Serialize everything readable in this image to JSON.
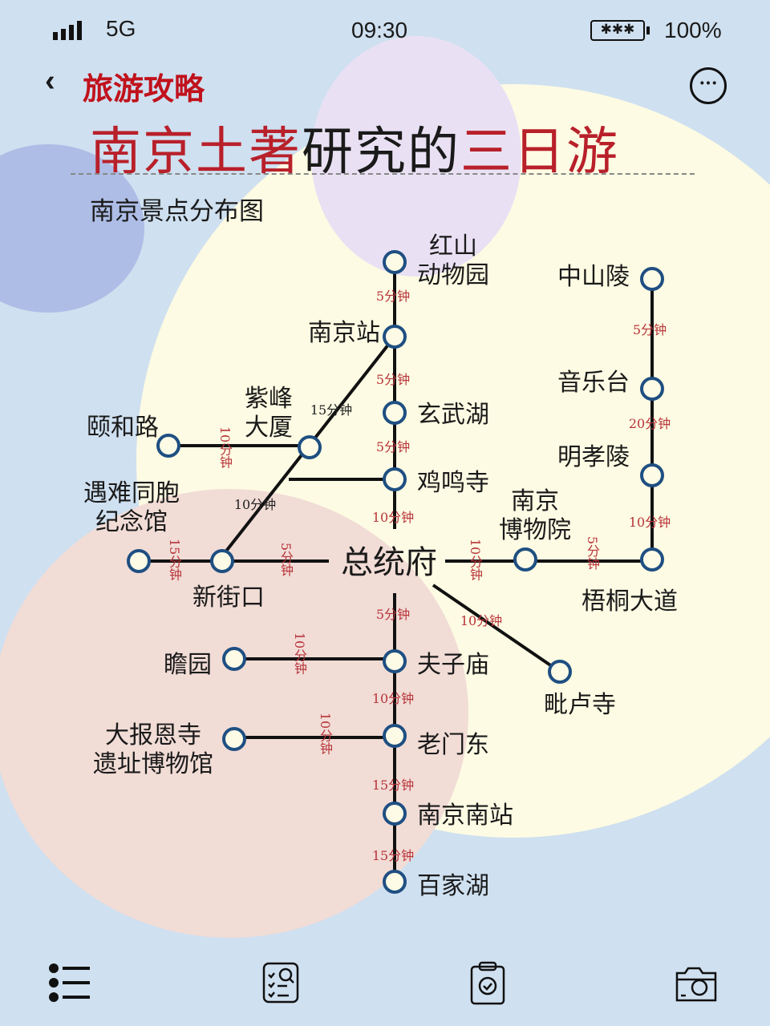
{
  "status": {
    "signal": "5G",
    "time": "09:30",
    "battery": "100%"
  },
  "header": {
    "back": "旅游攻略",
    "title_red1": "南京土著",
    "title_black": "研究的",
    "title_red2": "三日游",
    "subtitle": "南京景点分布图"
  },
  "map": {
    "stations": [
      "红山\n动物园",
      "南京站",
      "玄武湖",
      "鸡鸣寺",
      "紫峰\n大厦",
      "颐和路",
      "新街口",
      "遇难同胞\n纪念馆",
      "总统府",
      "南京\n博物院",
      "梧桐大道",
      "明孝陵",
      "音乐台",
      "中山陵",
      "毗卢寺",
      "夫子庙",
      "瞻园",
      "老门东",
      "大报恩寺\n遗址博物馆",
      "南京南站",
      "百家湖"
    ],
    "times": [
      "5分钟",
      "5分钟",
      "15分钟",
      "5分钟",
      "10分钟",
      "10分钟",
      "10分钟",
      "15分钟",
      "5分钟",
      "10分钟",
      "5分钟",
      "5分钟",
      "20分钟",
      "10分钟",
      "5分钟",
      "10分钟",
      "10分钟",
      "10分钟",
      "10分钟",
      "15分钟",
      "15分钟"
    ]
  },
  "colors": {
    "red": "#b8202a",
    "node": "#1f4f82",
    "timeText": "#b8343a"
  },
  "bottom_nav": [
    "list-icon",
    "search-checklist-icon",
    "clipboard-check-icon",
    "camera-icon"
  ]
}
